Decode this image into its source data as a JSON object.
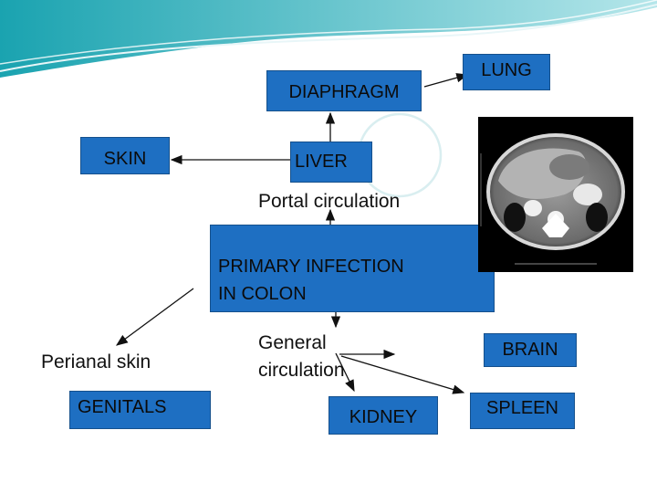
{
  "nodes": {
    "diaphragm": "DIAPHRAGM",
    "lung": "LUNG",
    "skin": "SKIN",
    "liver": "LIVER",
    "portal_circulation": "Portal circulation",
    "primary_infection": "PRIMARY INFECTION\nIN COLON",
    "perianal_skin": "Perianal skin",
    "genitals": "GENITALS",
    "general_circulation": "General\ncirculation",
    "kidney": "KIDNEY",
    "brain": "BRAIN",
    "spleen": "SPLEEN"
  },
  "colors": {
    "box_fill": "#1e6fc2",
    "banner": "#2aa9b5",
    "arrow": "#111111"
  },
  "image": {
    "description_icon": "ct-scan-abdomen-image"
  }
}
